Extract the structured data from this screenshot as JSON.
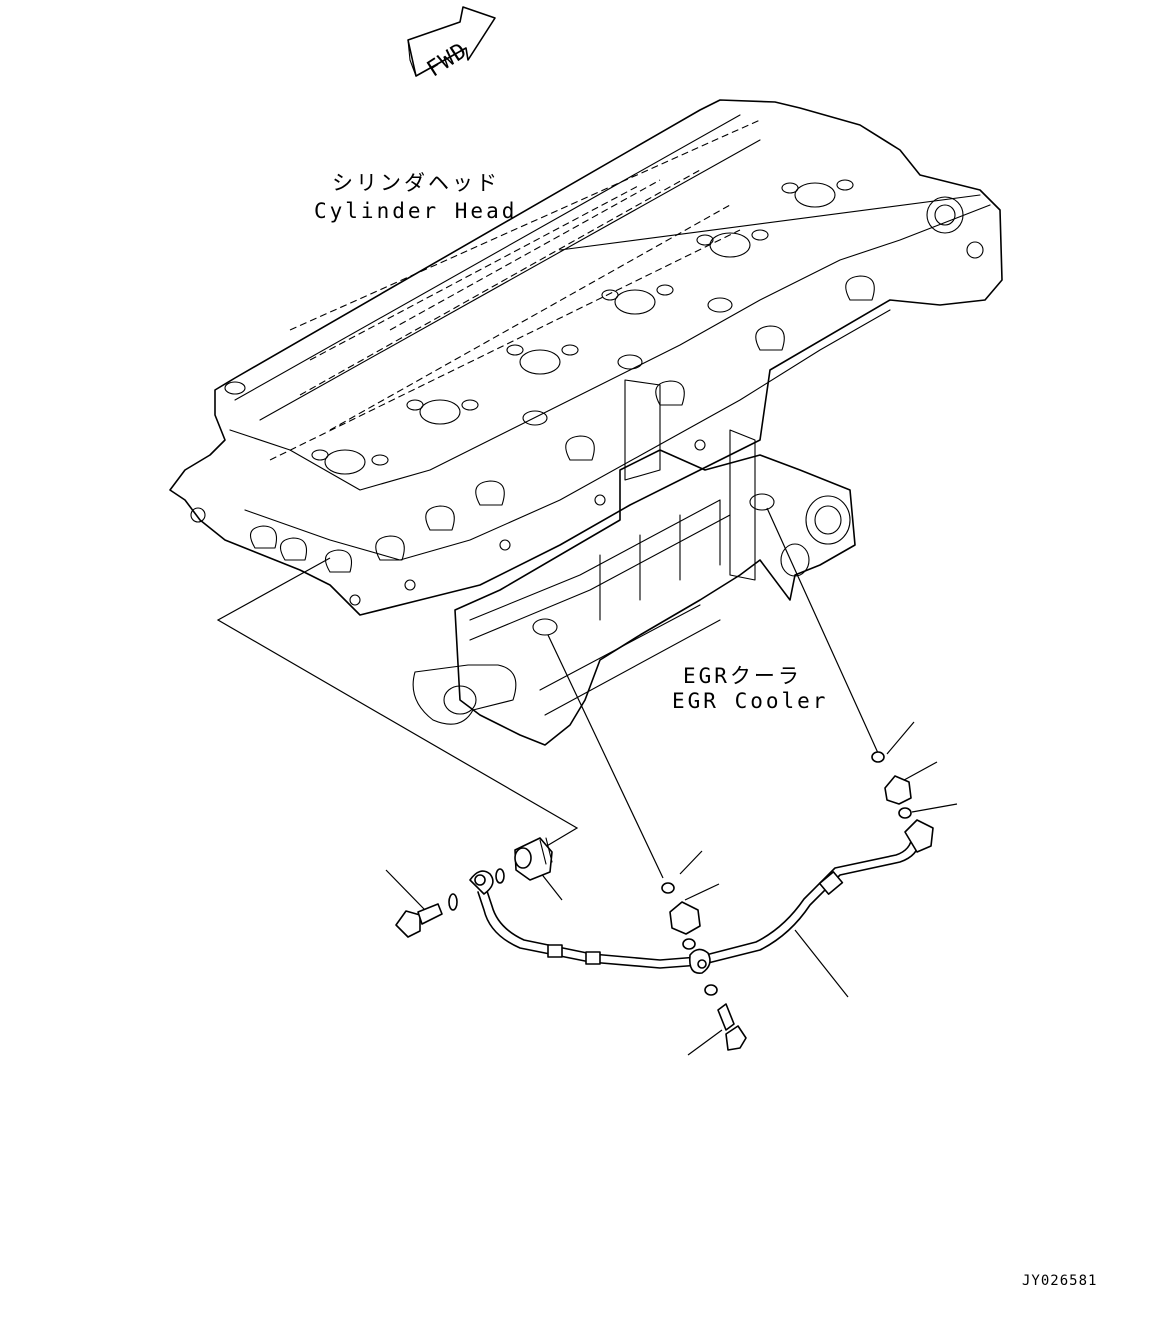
{
  "labels": {
    "fwd": "FWD",
    "cylinder_head_jp": "シリンダヘッド",
    "cylinder_head_en": "Cylinder Head",
    "egr_cooler_jp": "EGRクーラ",
    "egr_cooler_en": "EGR Cooler",
    "drawing_number": "JY026581"
  }
}
